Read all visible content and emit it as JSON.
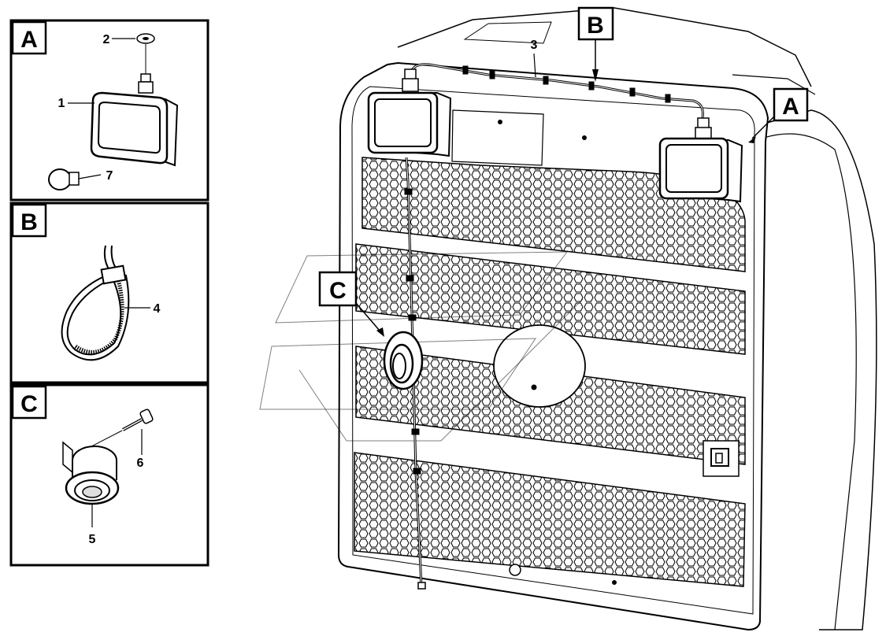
{
  "callouts": {
    "a_main": "A",
    "b_main": "B",
    "c_main": "C"
  },
  "detail_panels": [
    {
      "letter": "A",
      "parts": [
        "2",
        "1",
        "7"
      ]
    },
    {
      "letter": "B",
      "parts": [
        "4"
      ]
    },
    {
      "letter": "C",
      "parts": [
        "6",
        "5"
      ]
    }
  ],
  "part_labels": {
    "harness": "3"
  },
  "colors": {
    "line": "#000000",
    "background": "#ffffff"
  }
}
